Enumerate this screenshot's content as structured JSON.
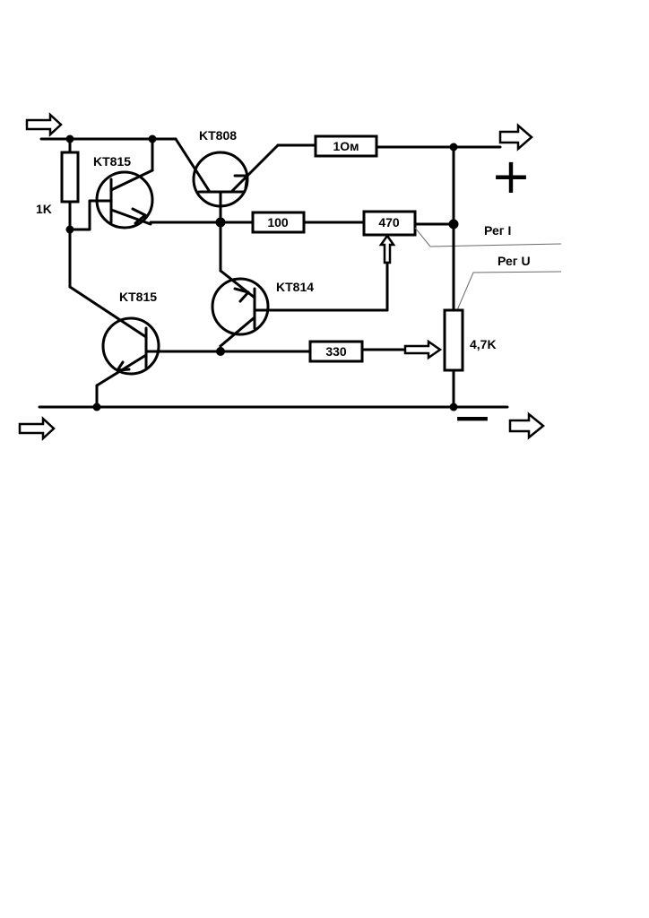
{
  "transistors": {
    "q1": "KT815",
    "q2": "KT808",
    "q3": "KT815",
    "q4": "KT814"
  },
  "resistors": {
    "r_base": "1K",
    "r_shunt": "1Ом",
    "r_100": "100",
    "r_470": "470",
    "r_330": "330",
    "r_pot": "4,7K"
  },
  "controls": {
    "current_adj": "Рег I",
    "voltage_adj": "Рег U"
  },
  "polarity": {
    "plus": "+",
    "minus": "−"
  }
}
